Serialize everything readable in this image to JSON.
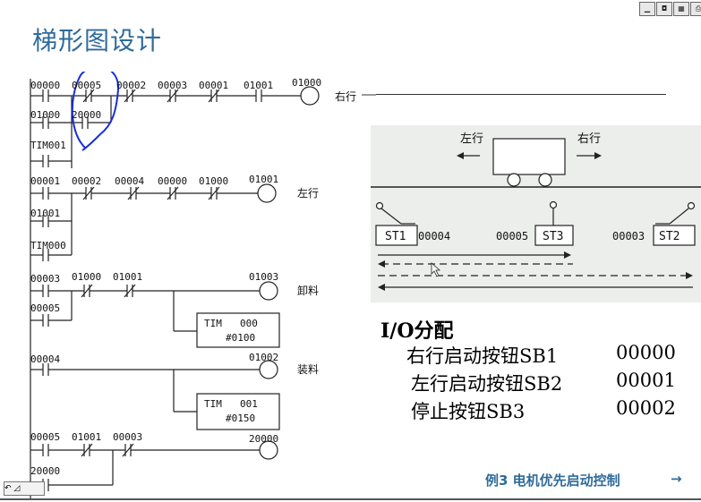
{
  "title": "梯形图设计",
  "toolbar": {
    "icons": [
      "window-control-icon",
      "camera-icon",
      "grid-icon",
      "print-icon"
    ]
  },
  "ladder": {
    "rungs": [
      {
        "contacts": [
          "00000",
          "00005",
          "00002",
          "00003",
          "00001",
          "01001"
        ],
        "branch_contacts": [
          "01000",
          "20000",
          "TIM001"
        ],
        "coil": "01000",
        "coil_label": "右行"
      },
      {
        "contacts": [
          "00001",
          "00002",
          "00004",
          "00000",
          "01000"
        ],
        "branch_contacts": [
          "01001",
          "TIM000"
        ],
        "coil": "01001",
        "coil_label": "左行"
      },
      {
        "contacts": [
          "00003",
          "01000",
          "01001"
        ],
        "branch_contacts": [
          "00005"
        ],
        "coil": "01003",
        "coil_label": "卸料",
        "timer": {
          "name": "TIM",
          "number": "000",
          "setting": "#0100"
        }
      },
      {
        "contacts": [
          "00004"
        ],
        "branch_contacts": [],
        "coil": "01002",
        "coil_label": "装料",
        "timer": {
          "name": "TIM",
          "number": "001",
          "setting": "#0150"
        }
      },
      {
        "contacts": [
          "00005",
          "01001",
          "00003"
        ],
        "branch_contacts": [
          "20000"
        ],
        "coil": "20000",
        "coil_label": ""
      }
    ]
  },
  "scene": {
    "left_label": "左行",
    "right_label": "右行",
    "switches": [
      {
        "name": "ST1",
        "address": "00004"
      },
      {
        "name": "ST3",
        "address": "00005"
      },
      {
        "name": "ST2",
        "address": "00003"
      }
    ]
  },
  "io": {
    "title": "I/O分配",
    "rows": [
      {
        "label": "右行启动按钮SB1",
        "code": "00000"
      },
      {
        "label": "左行启动按钮SB2",
        "code": "00001"
      },
      {
        "label": "停止按钮SB3",
        "code": "00002"
      }
    ]
  },
  "footer": {
    "text": "例3  电机优先启动控制",
    "arrow": "→"
  }
}
